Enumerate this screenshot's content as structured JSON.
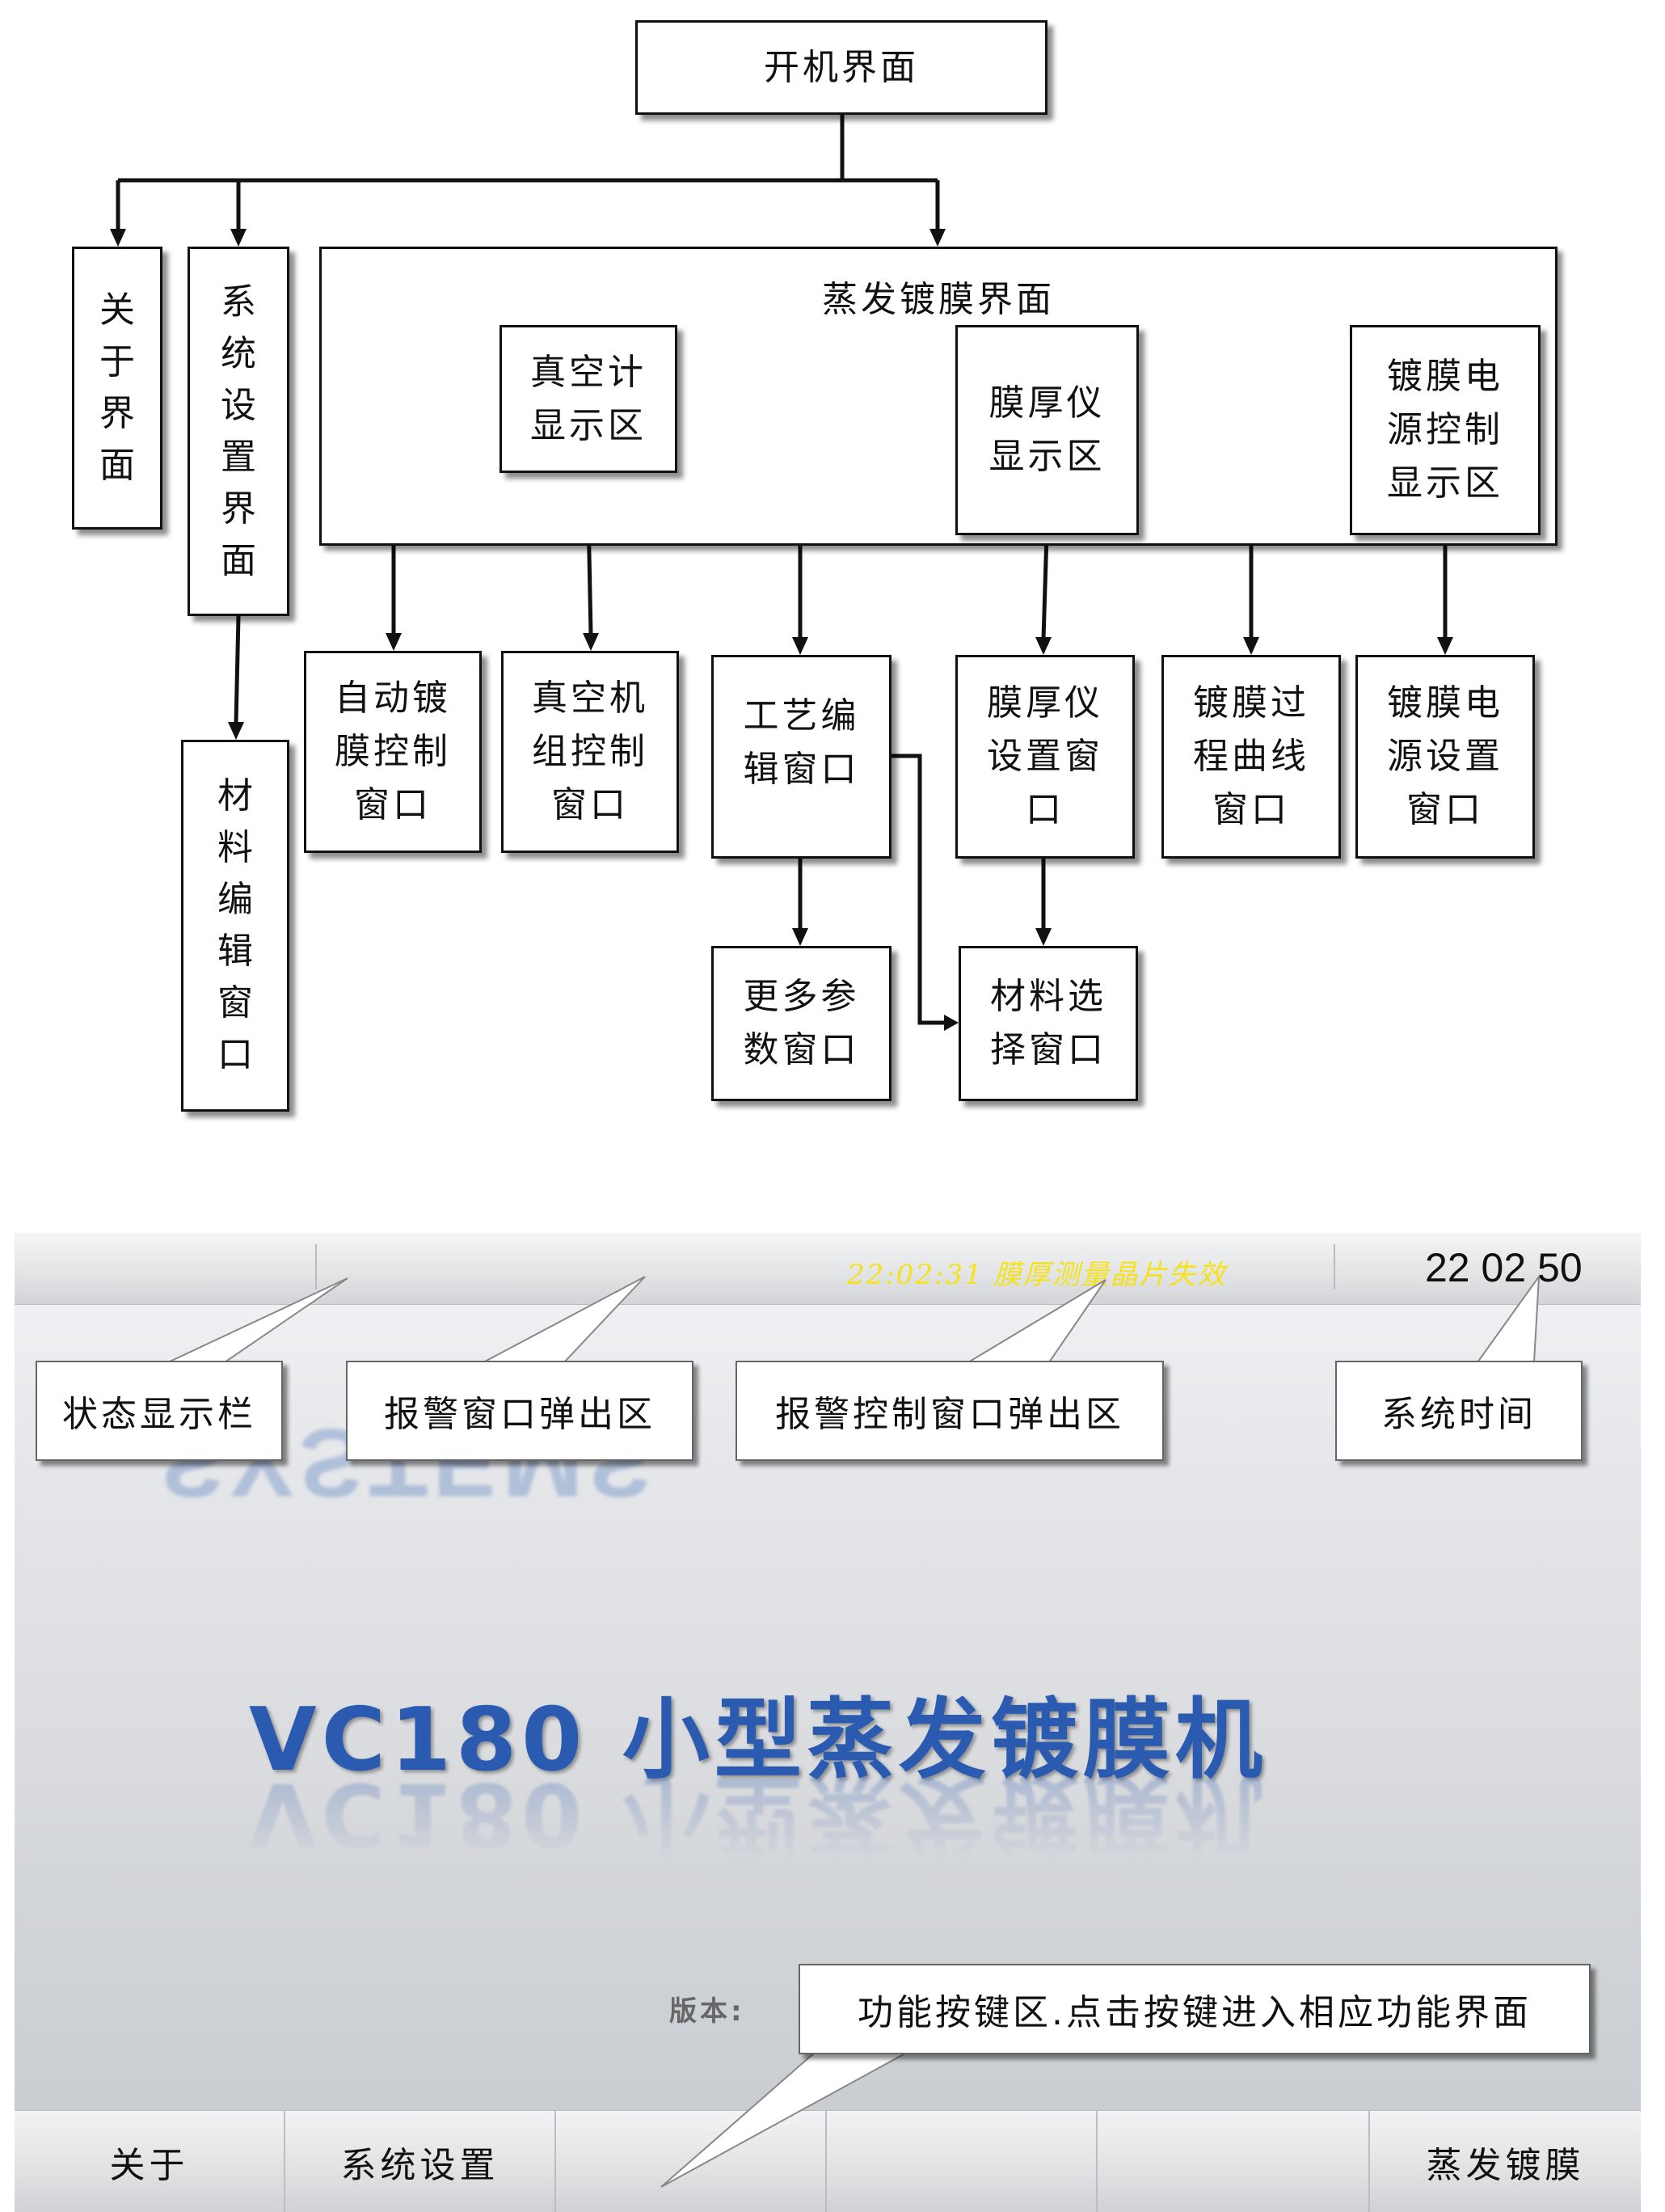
{
  "flowchart": {
    "root": "开机界面",
    "about": "关于界面",
    "system_settings": "系统设置界面",
    "material_edit": "材料编辑窗口",
    "evaporation": {
      "title": "蒸发镀膜界面",
      "vacuum_display": "真空计显示区",
      "thickness_display": "膜厚仪显示区",
      "power_display": "镀膜电源控制显示区"
    },
    "auto_coating": "自动镀膜控制窗口",
    "vacuum_unit": "真空机组控制窗口",
    "process_edit": "工艺编辑窗口",
    "thickness_settings": "膜厚仪设置窗口",
    "coating_curve": "镀膜过程曲线窗口",
    "power_settings": "镀膜电源设置窗口",
    "more_params": "更多参数窗口",
    "material_select": "材料选择窗口"
  },
  "screen": {
    "alarm_message": "22:02:31  膜厚测量晶片失效",
    "system_time": "22 02 50",
    "watermark": "SYSTEMS",
    "main_title": "VC180  小型蒸发镀膜机",
    "version_label": "版本:",
    "buttons": [
      "关于",
      "系统设置",
      "",
      "",
      "",
      "蒸发镀膜"
    ]
  },
  "callouts": {
    "status_bar": "状态显示栏",
    "alarm_popup": "报警窗口弹出区",
    "alarm_control_popup": "报警控制窗口弹出区",
    "system_time": "系统时间",
    "function_keys": "功能按键区.点击按键进入相应功能界面"
  }
}
